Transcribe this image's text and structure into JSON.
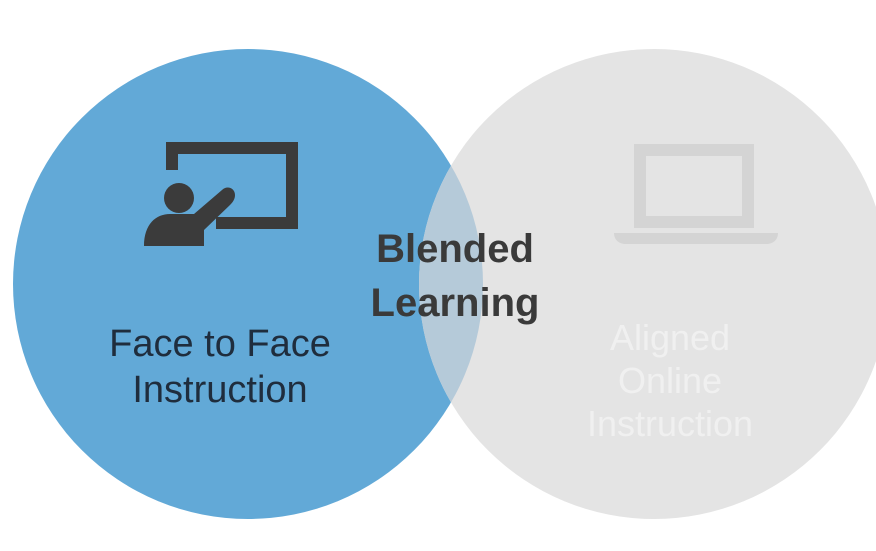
{
  "left_circle": {
    "line1": "Face to Face",
    "line2": "Instruction",
    "icon": "teacher-at-board-icon",
    "color": "#62a9d7"
  },
  "right_circle": {
    "line1": "Aligned",
    "line2": "Online",
    "line3": "Instruction",
    "icon": "laptop-icon",
    "color": "#e4e4e4"
  },
  "overlap": {
    "line1": "Blended",
    "line2": "Learning",
    "color": "#b5cad9"
  }
}
